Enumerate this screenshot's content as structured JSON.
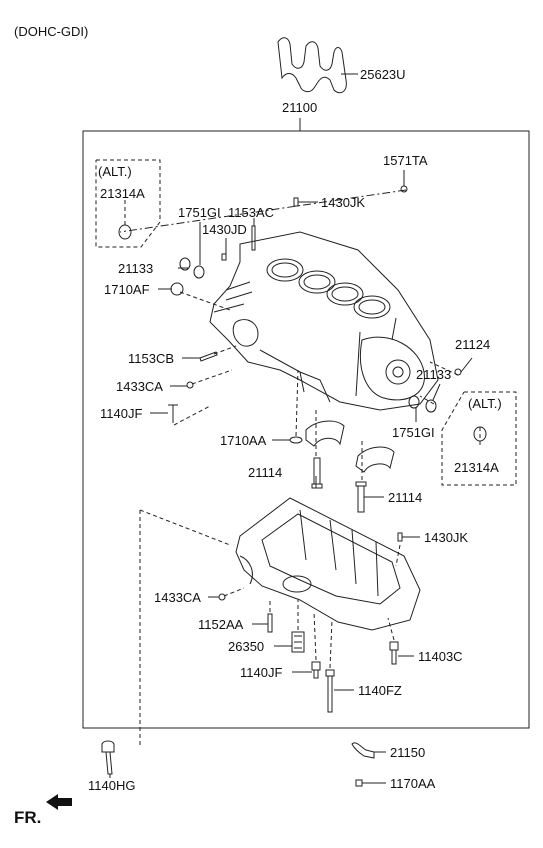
{
  "header": {
    "engine_variant": "(DOHC-GDI)"
  },
  "group_number": "21100",
  "alt_label": "(ALT.)",
  "direction": "FR.",
  "parts": {
    "p25623U": "25623U",
    "p1571TA": "1571TA",
    "p1430JK_top": "1430JK",
    "p21314A_left": "21314A",
    "p1751GI_top": "1751GI",
    "p1153AC": "1153AC",
    "p1430JD": "1430JD",
    "p21133_left": "21133",
    "p1710AF": "1710AF",
    "p1153CB": "1153CB",
    "p1433CA_top": "1433CA",
    "p1140JF_top": "1140JF",
    "p21124": "21124",
    "p21133_right": "21133",
    "p1751GI_right": "1751GI",
    "p21314A_right": "21314A",
    "p1710AA": "1710AA",
    "p21114_a": "21114",
    "p21114_b": "21114",
    "p1430JK_bottom": "1430JK",
    "p1433CA_bottom": "1433CA",
    "p1152AA": "1152AA",
    "p26350": "26350",
    "p11403C": "11403C",
    "p1140JF_bottom": "1140JF",
    "p1140FZ": "1140FZ",
    "p1140HG": "1140HG",
    "p21150": "21150",
    "p1170AA": "1170AA"
  }
}
